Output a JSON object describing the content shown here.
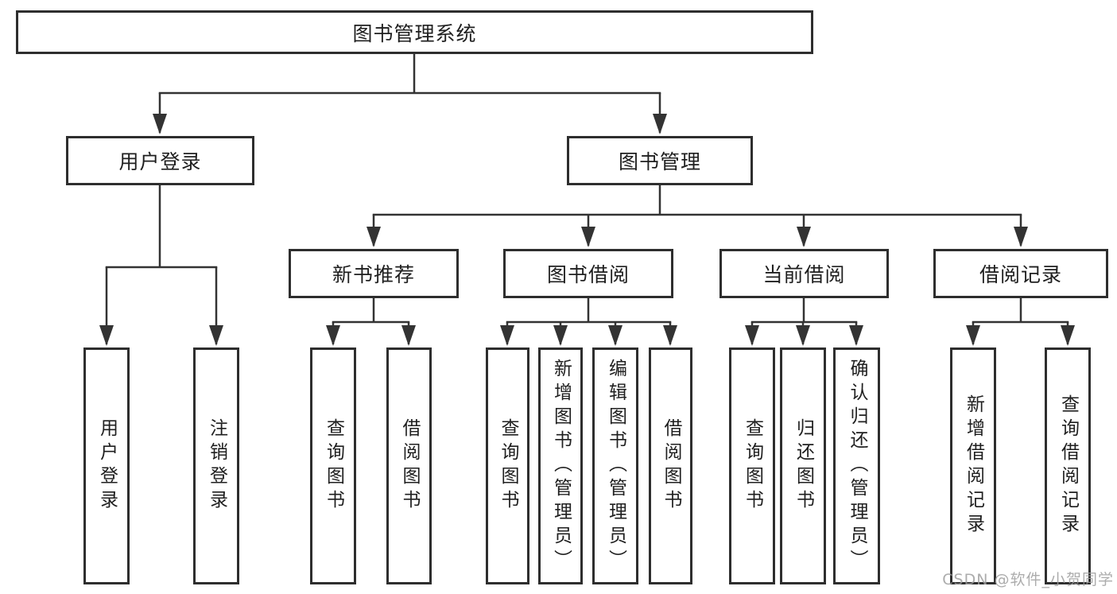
{
  "diagram": {
    "type": "tree",
    "root": {
      "label": "图书管理系统"
    },
    "branches": [
      {
        "label": "用户登录",
        "children": [
          {
            "label": "用户登录"
          },
          {
            "label": "注销登录"
          }
        ]
      },
      {
        "label": "图书管理",
        "children": [
          {
            "label": "新书推荐",
            "children": [
              {
                "label": "查询图书"
              },
              {
                "label": "借阅图书"
              }
            ]
          },
          {
            "label": "图书借阅",
            "children": [
              {
                "label": "查询图书"
              },
              {
                "label": "新增图书（管理员）"
              },
              {
                "label": "编辑图书（管理员）"
              },
              {
                "label": "借阅图书"
              }
            ]
          },
          {
            "label": "当前借阅",
            "children": [
              {
                "label": "查询图书"
              },
              {
                "label": "归还图书"
              },
              {
                "label": "确认归还（管理员）"
              }
            ]
          },
          {
            "label": "借阅记录",
            "children": [
              {
                "label": "新增借阅记录"
              },
              {
                "label": "查询借阅记录"
              }
            ]
          }
        ]
      }
    ]
  },
  "colors": {
    "background": "#ffffff",
    "line": "#333333",
    "box_border": "#2e2e2e",
    "text": "#1f1f1f",
    "watermark": "#9e9e9e"
  },
  "watermark": {
    "text": "CSDN @软件_小贺同学"
  }
}
